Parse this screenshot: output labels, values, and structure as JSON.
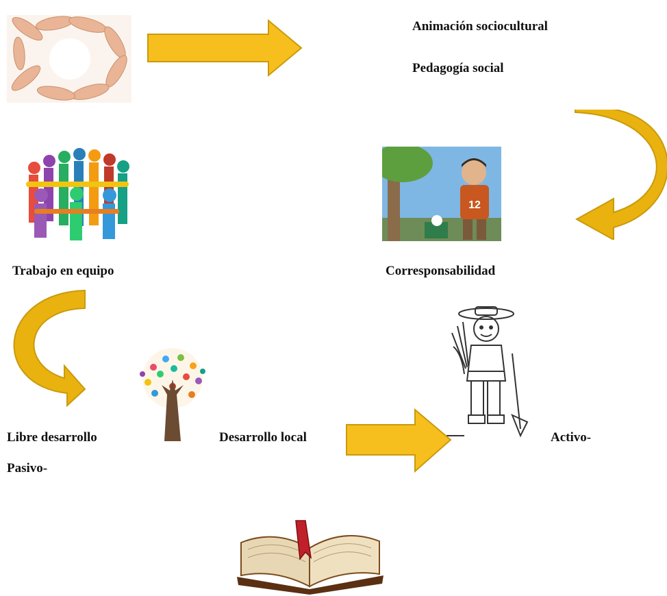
{
  "labels": {
    "animacion": "Animación sociocultural",
    "pedagogia": "Pedagogía social",
    "trabajo": "Trabajo en equipo",
    "corresponsabilidad": "Corresponsabilidad",
    "libre": "Libre desarrollo",
    "pasivo": "Pasivo-",
    "desarrollo_local": "Desarrollo local",
    "activo": "Activo-"
  },
  "kid_shirt_number": "12",
  "colors": {
    "arrow_fill": "#f6bf1d",
    "arrow_stroke": "#c99a0c",
    "curve_arrow": "#e9b20f"
  }
}
